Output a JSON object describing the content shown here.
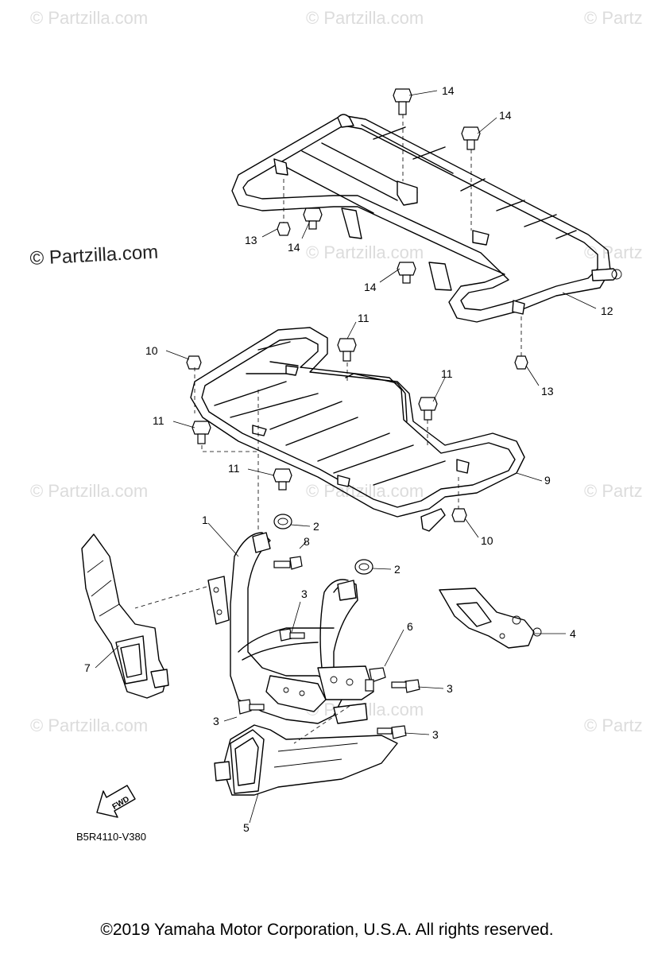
{
  "watermark": {
    "text": "© Partzilla.com",
    "text_cut": "© Partz",
    "main": "© Partzilla.com"
  },
  "diagram_code": "B5R4110-V380",
  "fwd_label": "FWD",
  "footer": "©2019  Yamaha Motor Corporation, U.S.A. All rights reserved.",
  "callouts": {
    "c1": "1",
    "c2a": "2",
    "c2b": "2",
    "c3a": "3",
    "c3b": "3",
    "c3c": "3",
    "c3d": "3",
    "c4": "4",
    "c5": "5",
    "c6": "6",
    "c7": "7",
    "c8": "8",
    "c9": "9",
    "c10a": "10",
    "c10b": "10",
    "c11a": "11",
    "c11b": "11",
    "c11c": "11",
    "c11d": "11",
    "c12": "12",
    "c13a": "13",
    "c13b": "13",
    "c14a": "14",
    "c14b": "14",
    "c14c": "14",
    "c14d": "14"
  }
}
